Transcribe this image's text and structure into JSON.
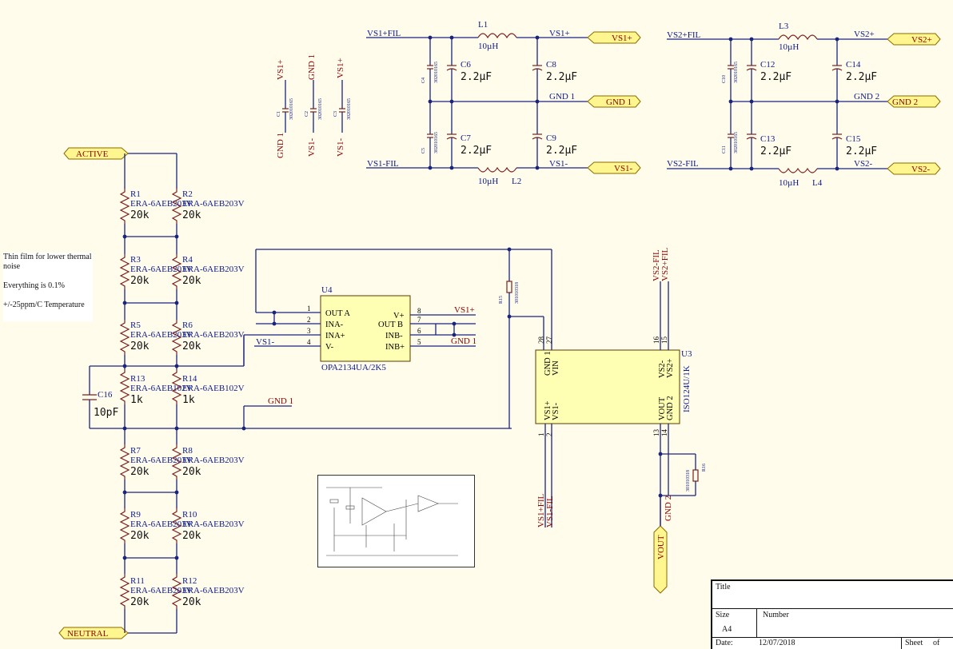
{
  "note": {
    "line1": "Thin film for lower thermal noise",
    "line2": "Everything is 0.1%",
    "line3": "+/-25ppm/C Temperature"
  },
  "ports": {
    "active": "ACTIVE",
    "neutral": "NEUTRAL",
    "vs1p": "VS1+",
    "vs1m": "VS1-",
    "gnd1": "GND 1",
    "vs2p": "VS2+",
    "vs2m": "VS2-",
    "gnd2": "GND 2",
    "vout": "VOUT"
  },
  "nets": {
    "vs1p_fil": "VS1+FIL",
    "vs1m_fil": "VS1-FIL",
    "vs2p_fil": "VS2+FIL",
    "vs2m_fil": "VS2-FIL",
    "vs1p": "VS1+",
    "vs1m": "VS1-",
    "vs2p": "VS2+",
    "vs2m": "VS2-",
    "gnd1": "GND 1",
    "gnd2": "GND 2"
  },
  "resistors": [
    {
      "ref": "R1",
      "part": "ERA-6AEB203V",
      "value": "20k"
    },
    {
      "ref": "R2",
      "part": "ERA-6AEB203V",
      "value": "20k"
    },
    {
      "ref": "R3",
      "part": "ERA-6AEB203V",
      "value": "20k"
    },
    {
      "ref": "R4",
      "part": "ERA-6AEB203V",
      "value": "20k"
    },
    {
      "ref": "R5",
      "part": "ERA-6AEB203V",
      "value": "20k"
    },
    {
      "ref": "R6",
      "part": "ERA-6AEB203V",
      "value": "20k"
    },
    {
      "ref": "R13",
      "part": "ERA-6AEB102V",
      "value": "1k"
    },
    {
      "ref": "R14",
      "part": "ERA-6AEB102V",
      "value": "1k"
    },
    {
      "ref": "R7",
      "part": "ERA-6AEB203V",
      "value": "20k"
    },
    {
      "ref": "R8",
      "part": "ERA-6AEB203V",
      "value": "20k"
    },
    {
      "ref": "R9",
      "part": "ERA-6AEB203V",
      "value": "20k"
    },
    {
      "ref": "R10",
      "part": "ERA-6AEB203V",
      "value": "20k"
    },
    {
      "ref": "R11",
      "part": "ERA-6AEB203V",
      "value": "20k"
    },
    {
      "ref": "R12",
      "part": "ERA-6AEB203V",
      "value": "20k"
    }
  ],
  "c16": {
    "ref": "C16",
    "value": "10pF"
  },
  "filter1": {
    "l1": "L1",
    "l2": "L2",
    "lval": "10µH",
    "c6": "C6",
    "c7": "C7",
    "c8": "C8",
    "c9": "C9",
    "cval": "2.2µF",
    "c4": "C4",
    "c5": "C5",
    "cpart": "302010165"
  },
  "filter2": {
    "l3": "L3",
    "l4": "L4",
    "lval": "10µH",
    "c12": "C12",
    "c13": "C13",
    "c14": "C14",
    "c15": "C15",
    "cval": "2.2µF",
    "c10": "C10",
    "c11": "C11",
    "cpart": "302010165"
  },
  "bypass": {
    "c1": "C1",
    "c2": "C2",
    "c3": "C3",
    "part": "302010165",
    "t1": "VS1+",
    "b1": "GND 1",
    "t2": "GND 1",
    "b2": "VS1-",
    "t3": "VS1+",
    "b3": "VS1-"
  },
  "u4": {
    "ref": "U4",
    "part": "OPA2134UA/2K5",
    "pins_left": [
      {
        "num": "1",
        "name": "OUT A"
      },
      {
        "num": "2",
        "name": "INA-"
      },
      {
        "num": "3",
        "name": "INA+"
      },
      {
        "num": "4",
        "name": "V-"
      }
    ],
    "pins_right": [
      {
        "num": "8",
        "name": "V+"
      },
      {
        "num": "7",
        "name": "OUT B"
      },
      {
        "num": "6",
        "name": "INB-"
      },
      {
        "num": "5",
        "name": "INB+"
      }
    ]
  },
  "u3": {
    "ref": "U3",
    "part": "ISO124U/1K",
    "pins": {
      "gnd1": "GND 1",
      "vin": "VIN",
      "vs2m": "VS2-",
      "vs2p": "VS2+",
      "vs1p": "VS1+",
      "vs1m": "VS1-",
      "vout": "VOUT",
      "gnd2": "GND 2"
    },
    "nums": {
      "p28": "28",
      "p27": "27",
      "p16": "16",
      "p15": "15",
      "p1": "1",
      "p2": "2",
      "p13": "13",
      "p14": "14"
    }
  },
  "r15": {
    "ref": "R15",
    "part": "301010318"
  },
  "r16": {
    "ref": "R16",
    "part": "301010318"
  },
  "title_block": {
    "title": "Title",
    "size": "Size",
    "size_val": "A4",
    "number": "Number",
    "date_label": "Date:",
    "date_val": "12/07/2018",
    "sheet": "Sheet",
    "of": "of"
  }
}
